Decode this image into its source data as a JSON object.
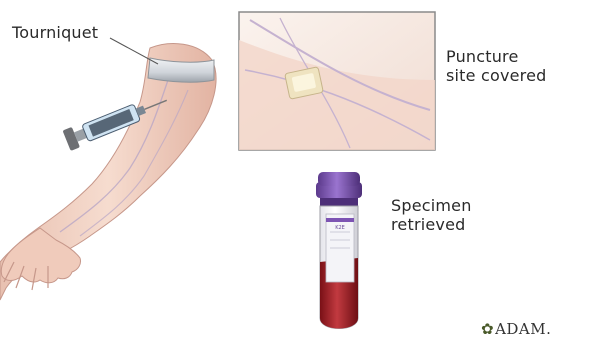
{
  "labels": {
    "tourniquet": "Tourniquet",
    "puncture_line1": "Puncture",
    "puncture_line2": "site covered",
    "specimen_line1": "Specimen",
    "specimen_line2": "retrieved"
  },
  "logo": {
    "text": "ADAM.",
    "icon": "adam-leaf-icon"
  },
  "tube_label": "K2E",
  "colors": {
    "skin": "#f2d3c4",
    "skin_shade": "#d9a898",
    "tourniquet": "#d9dde2",
    "cap": "#7d54b3",
    "blood": "#9c1c22",
    "inset_border": "#8a8a8a"
  }
}
